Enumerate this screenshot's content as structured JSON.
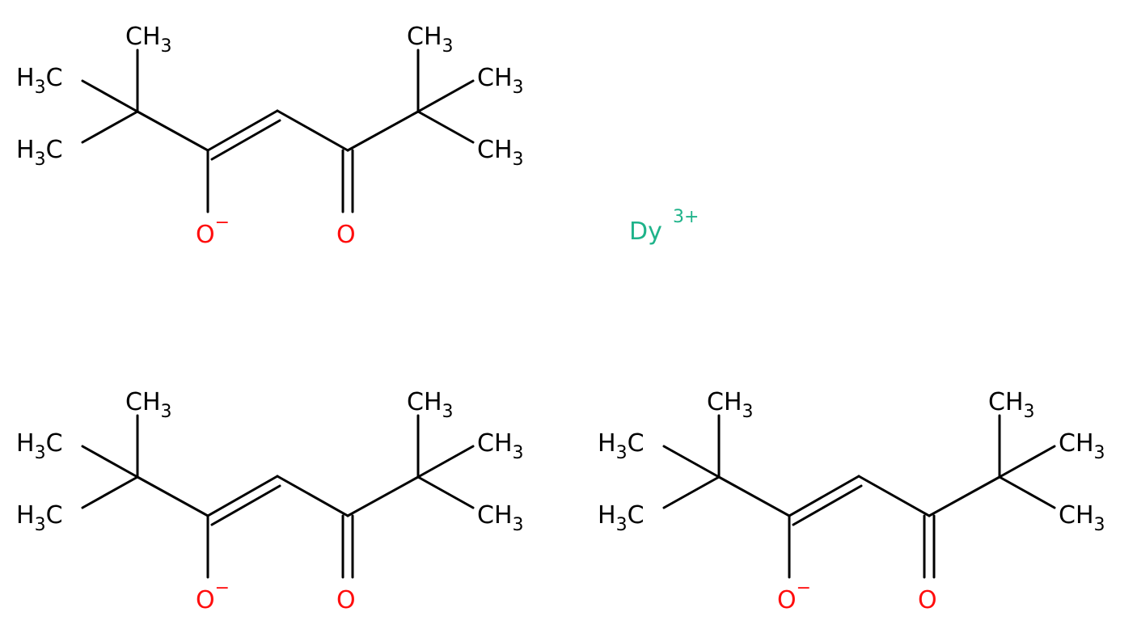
{
  "colors": {
    "carbon": "#000000",
    "oxygen": "#ff0d0d",
    "dysprosium": "#1fb38a",
    "background": "#ffffff"
  },
  "ligand_labels": {
    "methyl_right": [
      "CH",
      "3"
    ],
    "methyl_left": [
      "H",
      "3",
      "C"
    ],
    "enolate_oxygen": [
      "O",
      "−"
    ],
    "keto_oxygen": "O"
  },
  "metal": {
    "symbol": "Dy",
    "charge": "3+"
  },
  "ligands": [
    {
      "id": "ligand-top"
    },
    {
      "id": "ligand-bottom-left"
    },
    {
      "id": "ligand-bottom-right"
    }
  ]
}
